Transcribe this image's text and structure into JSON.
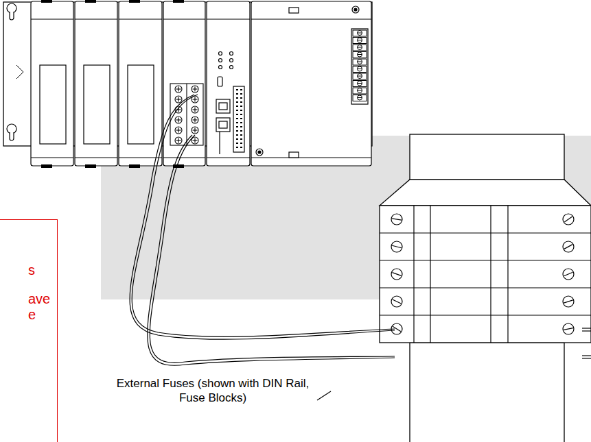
{
  "diagram": {
    "nodes": [
      {
        "text": [
          "s",
          "ave e"
        ]
      }
    ],
    "labels": [
      "External Fuses (shown with DIN Rail, Fuse Blocks)"
    ]
  }
}
